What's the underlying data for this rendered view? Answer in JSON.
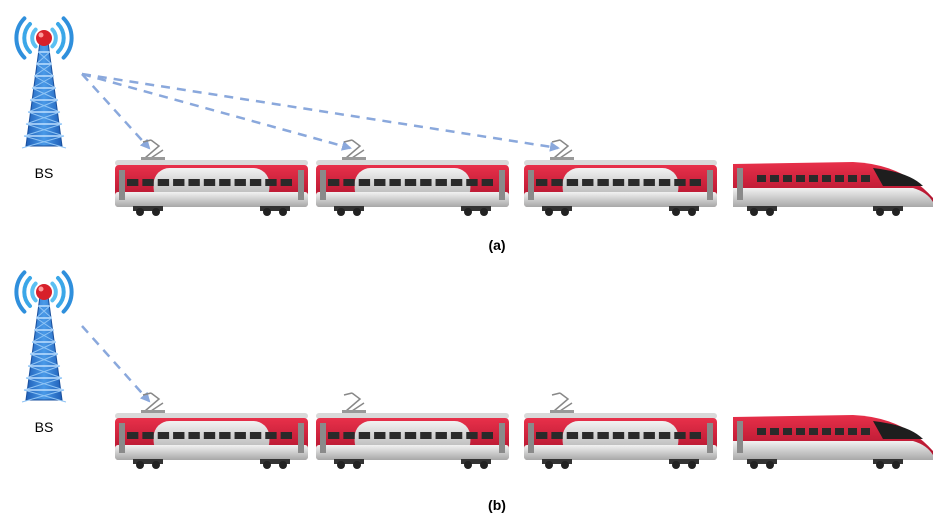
{
  "panels": [
    {
      "caption": "(a)",
      "base_station": {
        "label": "BS",
        "icon": "cell-tower-icon"
      },
      "links_to_cars": [
        1,
        2,
        3
      ],
      "train": {
        "cars": [
          "carriage",
          "carriage",
          "carriage",
          "locomotive"
        ]
      }
    },
    {
      "caption": "(b)",
      "base_station": {
        "label": "BS",
        "icon": "cell-tower-icon"
      },
      "links_to_cars": [
        1
      ],
      "train": {
        "cars": [
          "carriage",
          "carriage",
          "carriage",
          "locomotive"
        ]
      }
    }
  ],
  "colors": {
    "tower_blue": "#2f7fd6",
    "signal_blue": "#3ba7e8",
    "beacon_red": "#d8202a",
    "link_dashed": "#8aa8dc",
    "train_red": "#d81f3a",
    "train_silver": "#c9c9c9",
    "window_dark": "#2a2a2a"
  }
}
